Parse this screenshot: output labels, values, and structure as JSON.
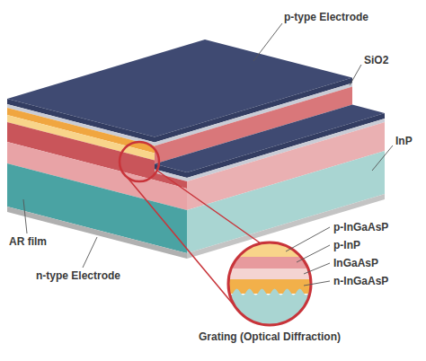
{
  "diagram": {
    "labels": [
      "p-type Electrode",
      "SiO2",
      "InP",
      "p-InGaAsP",
      "p-InP",
      "InGaAsP",
      "n-InGaAsP",
      "AR film",
      "n-type Electrode",
      "Grating (Optical Diffraction)"
    ]
  }
}
